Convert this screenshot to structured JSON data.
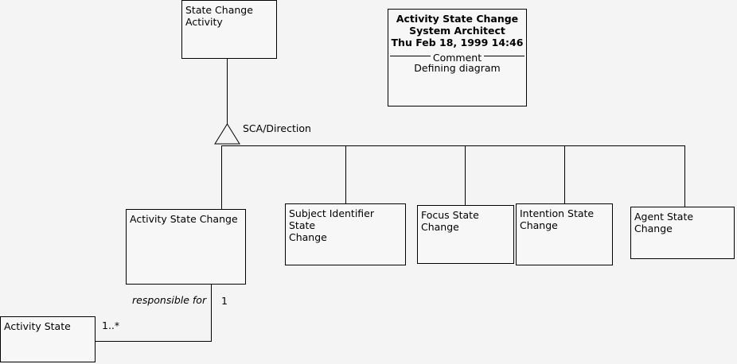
{
  "diagram": {
    "type": "uml-class-diagram",
    "background_color": "#f4f4f4",
    "line_color": "#000000",
    "box_fill_color": "#f7f7f7"
  },
  "parent_class": {
    "name": "State Change Activity",
    "label": "State Change\nActivity"
  },
  "note": {
    "title_line_1": "Activity State Change",
    "title_line_2": "System Architect",
    "title_line_3": "Thu Feb 18, 1999  14:46",
    "separator_label": "Comment",
    "body": "Defining diagram"
  },
  "generalization": {
    "label": "SCA/Direction",
    "arrow_kind": "hollow-triangle"
  },
  "subclasses": [
    {
      "name": "Activity State Change",
      "label": "Activity State Change"
    },
    {
      "name": "Subject Identifier State Change",
      "label": "Subject Identifier State\nChange"
    },
    {
      "name": "Focus State Change",
      "label": "Focus State\nChange"
    },
    {
      "name": "Intention State Change",
      "label": "Intention State\nChange"
    },
    {
      "name": "Agent State Change",
      "label": "Agent State Change"
    }
  ],
  "association": {
    "from": "Activity State",
    "to": "Activity State Change",
    "role_label": "responsible for",
    "multiplicity_near_parent": "1",
    "multiplicity_near_child": "1..*"
  },
  "associated_class": {
    "name": "Activity State",
    "label": "Activity State"
  }
}
